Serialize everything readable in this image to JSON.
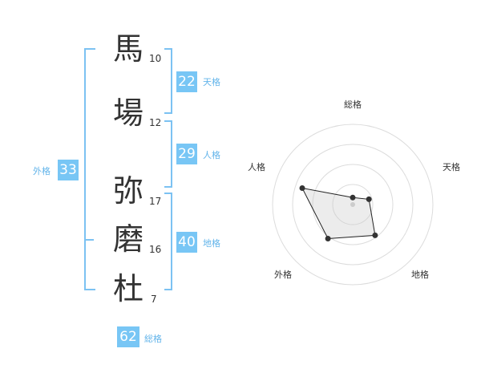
{
  "name": {
    "characters": [
      {
        "char": "馬",
        "strokes": "10"
      },
      {
        "char": "場",
        "strokes": "12"
      },
      {
        "char": "弥",
        "strokes": "17"
      },
      {
        "char": "磨",
        "strokes": "16"
      },
      {
        "char": "杜",
        "strokes": "7"
      }
    ]
  },
  "fortunes": {
    "ten": {
      "value": "22",
      "label": "天格"
    },
    "jin": {
      "value": "29",
      "label": "人格"
    },
    "chi": {
      "value": "40",
      "label": "地格"
    },
    "gai": {
      "value": "33",
      "label": "外格"
    },
    "sou": {
      "value": "62",
      "label": "総格"
    }
  },
  "colors": {
    "accent": "#78c6f5",
    "bracket": "#7cc2f2",
    "text": "#333333"
  },
  "chart_data": {
    "type": "radar",
    "axes": [
      "総格",
      "天格",
      "地格",
      "外格",
      "人格"
    ],
    "scale": [
      0,
      4
    ],
    "rings": 4,
    "values": [
      0.35,
      0.85,
      1.9,
      2.1,
      2.65
    ]
  }
}
